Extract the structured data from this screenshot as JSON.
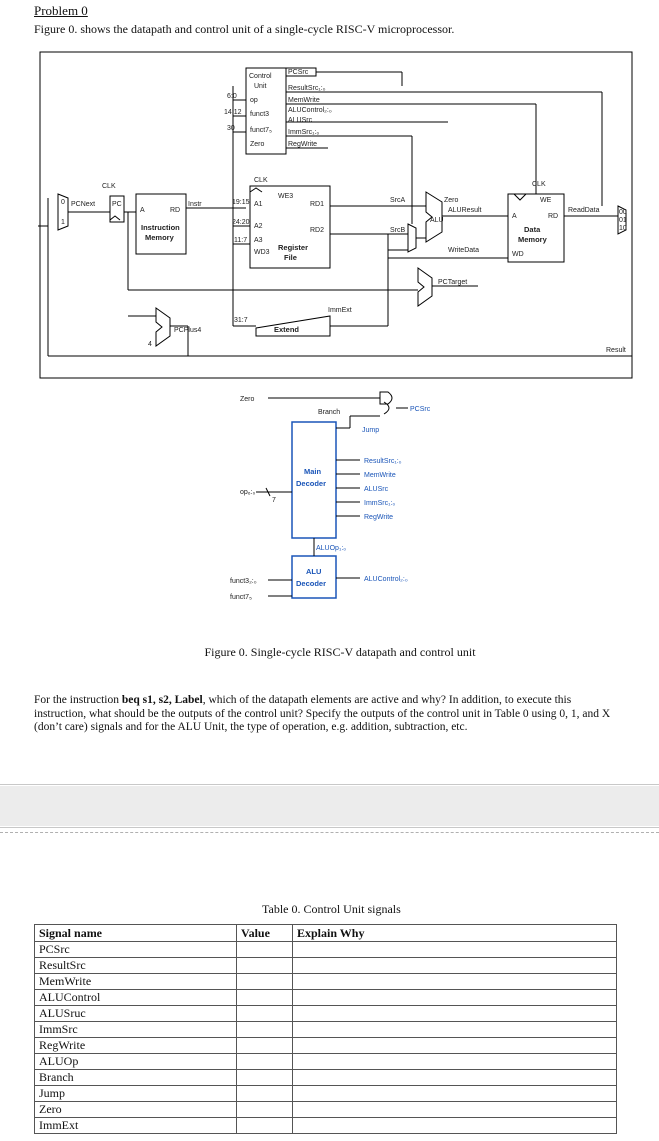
{
  "problem_title": "Problem 0",
  "intro": "Figure 0. shows the datapath and control unit of a single-cycle RISC-V microprocessor.",
  "figure_caption": "Figure 0. Single-cycle RISC-V datapath and control unit",
  "question": {
    "part1": "For the instruction ",
    "instruction": "beq s1, s2, Label",
    "part2": ", which of the datapath elements are active and why? In addition, to execute this instruction, what should be the outputs of the control unit? Specify the outputs of the control unit in Table 0 using 0, 1, and X (don’t care) signals and for the ALU Unit, the type of operation, e.g. addition, subtraction, etc."
  },
  "table_caption": "Table 0. Control Unit signals",
  "table": {
    "headers": [
      "Signal name",
      "Value",
      "Explain Why"
    ],
    "rows": [
      "PCSrc",
      "ResultSrc",
      "MemWrite",
      "ALUControl",
      "ALUSruc",
      "ImmSrc",
      "RegWrite",
      "ALUOp",
      "Branch",
      "Jump",
      "Zero",
      "ImmExt"
    ]
  },
  "datapath": {
    "clk": "CLK",
    "pcnext": "PCNext",
    "pc": "PC",
    "a": "A",
    "rd": "RD",
    "instr": "Instr",
    "instruction_memory": [
      "Instruction",
      "Memory"
    ],
    "control_unit": [
      "Control",
      "Unit"
    ],
    "cu_inputs": [
      "op",
      "funct3",
      "funct7₅",
      "Zero"
    ],
    "cu_outputs": [
      "PCSrc",
      "ResultSrc₁:₀",
      "MemWrite",
      "ALUControl₂:₀",
      "ALUSrc",
      "ImmSrc₁:₀",
      "RegWrite"
    ],
    "bit_fields": [
      "6:0",
      "14:12",
      "30",
      "19:15",
      "24:20",
      "11:7",
      "31:7"
    ],
    "we3": "WE3",
    "a1": "A1",
    "a2": "A2",
    "a3": "A3",
    "wd3": "WD3",
    "rd1": "RD1",
    "rd2": "RD2",
    "register_file": [
      "Register",
      "File"
    ],
    "srca": "SrcA",
    "srcb": "SrcB",
    "zero": "Zero",
    "alu": "ALU",
    "aluresult": "ALUResult",
    "writedata": "WriteData",
    "we": "WE",
    "data_memory": [
      "Data",
      "Memory"
    ],
    "wd": "WD",
    "readdata": "ReadData",
    "pctarget": "PCTarget",
    "extend": "Extend",
    "immext": "ImmExt",
    "pcplus4": "PCPlus4",
    "four": "4",
    "result": "Result",
    "mux0": "0",
    "mux1": "1",
    "mux3_sel": [
      "00",
      "01",
      "10"
    ]
  },
  "control": {
    "zero": "Zero",
    "branch": "Branch",
    "pcsrc": "PCSrc",
    "jump": "Jump",
    "main_decoder": [
      "Main",
      "Decoder"
    ],
    "op": "op₆:₀",
    "seven": "7",
    "outputs": [
      "ResultSrc₁:₀",
      "MemWrite",
      "ALUSrc",
      "ImmSrc₁:₀",
      "RegWrite"
    ],
    "aluop": "ALUOp₁:₀",
    "alu_decoder": [
      "ALU",
      "Decoder"
    ],
    "funct3": "funct3₂:₀",
    "funct7": "funct7₅",
    "alucontrol": "ALUControl₂:₀"
  }
}
